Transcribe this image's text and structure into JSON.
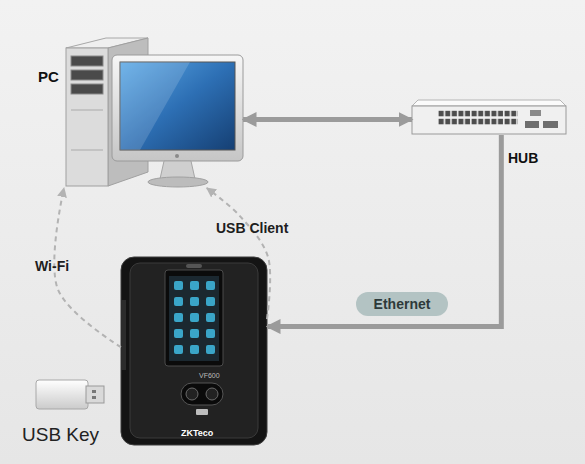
{
  "diagram": {
    "nodes": [
      {
        "text": [
          "PC"
        ]
      },
      {
        "text": [
          "HUB"
        ]
      },
      {
        "text": [
          "VF600",
          "ZKTeco"
        ]
      },
      {
        "text": [
          "USB Key"
        ]
      }
    ],
    "edges": [
      {
        "from": 0,
        "to": 1,
        "arrow": "both"
      },
      {
        "from": 1,
        "to": 2,
        "arrow": "to",
        "label": "Ethernet"
      },
      {
        "from": 2,
        "to": 0,
        "arrow": "to",
        "label": "Wi-Fi"
      },
      {
        "from": 2,
        "to": 0,
        "arrow": "to",
        "label": "USB Client"
      }
    ]
  }
}
